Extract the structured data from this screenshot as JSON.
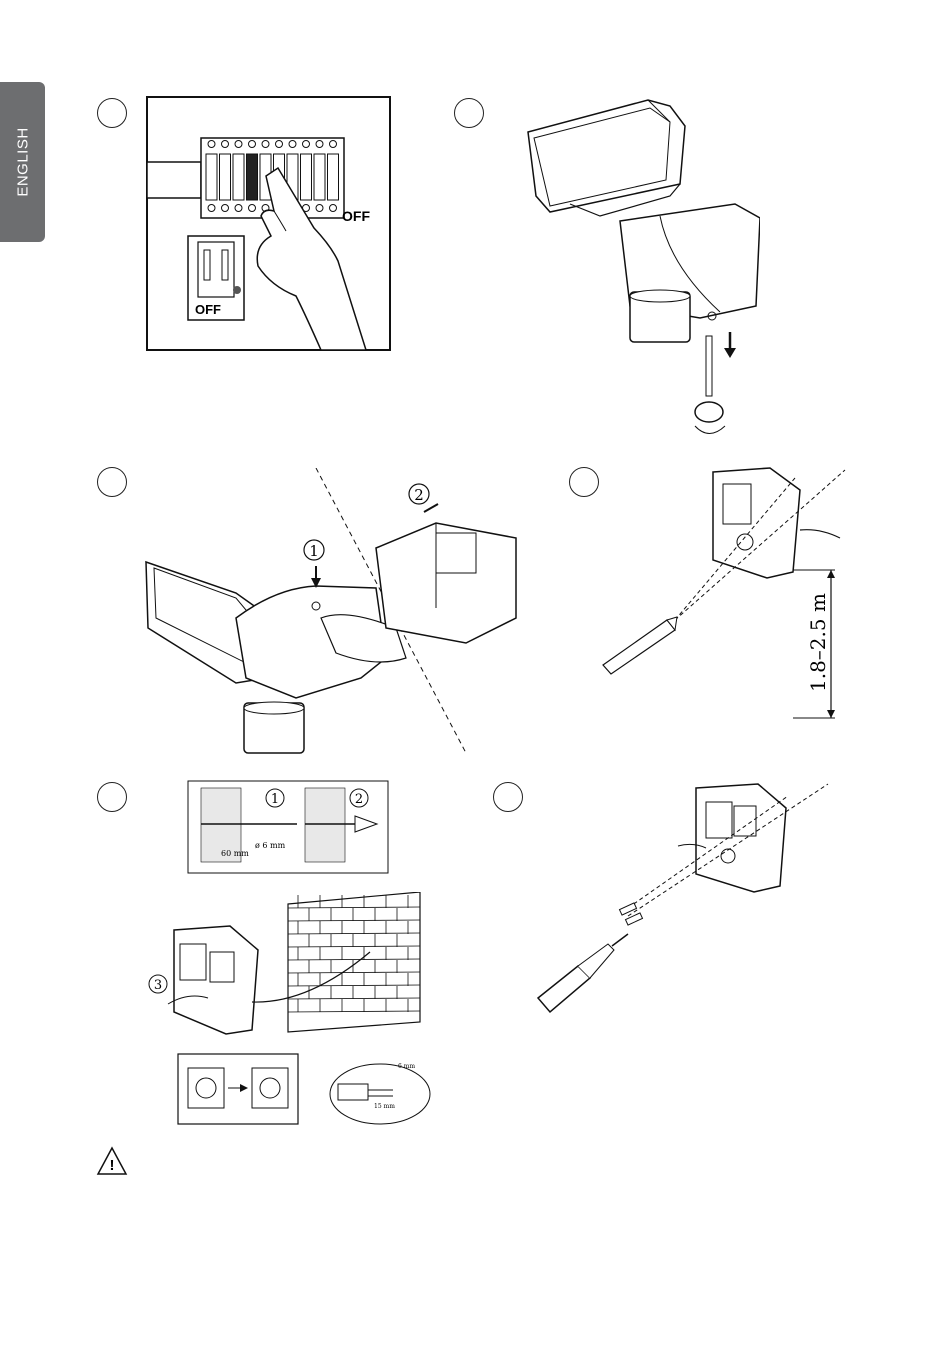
{
  "side_tab": {
    "language": "ENGLISH"
  },
  "step1": {
    "off_label_main": "OFF",
    "off_label_switch": "OFF"
  },
  "step3": {
    "marker_1": "1",
    "marker_2": "2"
  },
  "step4": {
    "height_range": "1.8–2.5 m"
  },
  "step5": {
    "marker_1": "1",
    "marker_2": "2",
    "marker_3": "3",
    "drill_depth": "60 mm",
    "drill_diameter": "ø 6 mm",
    "strip_short": "6 mm",
    "strip_long": "15 mm"
  },
  "warning": {
    "symbol": "!"
  }
}
